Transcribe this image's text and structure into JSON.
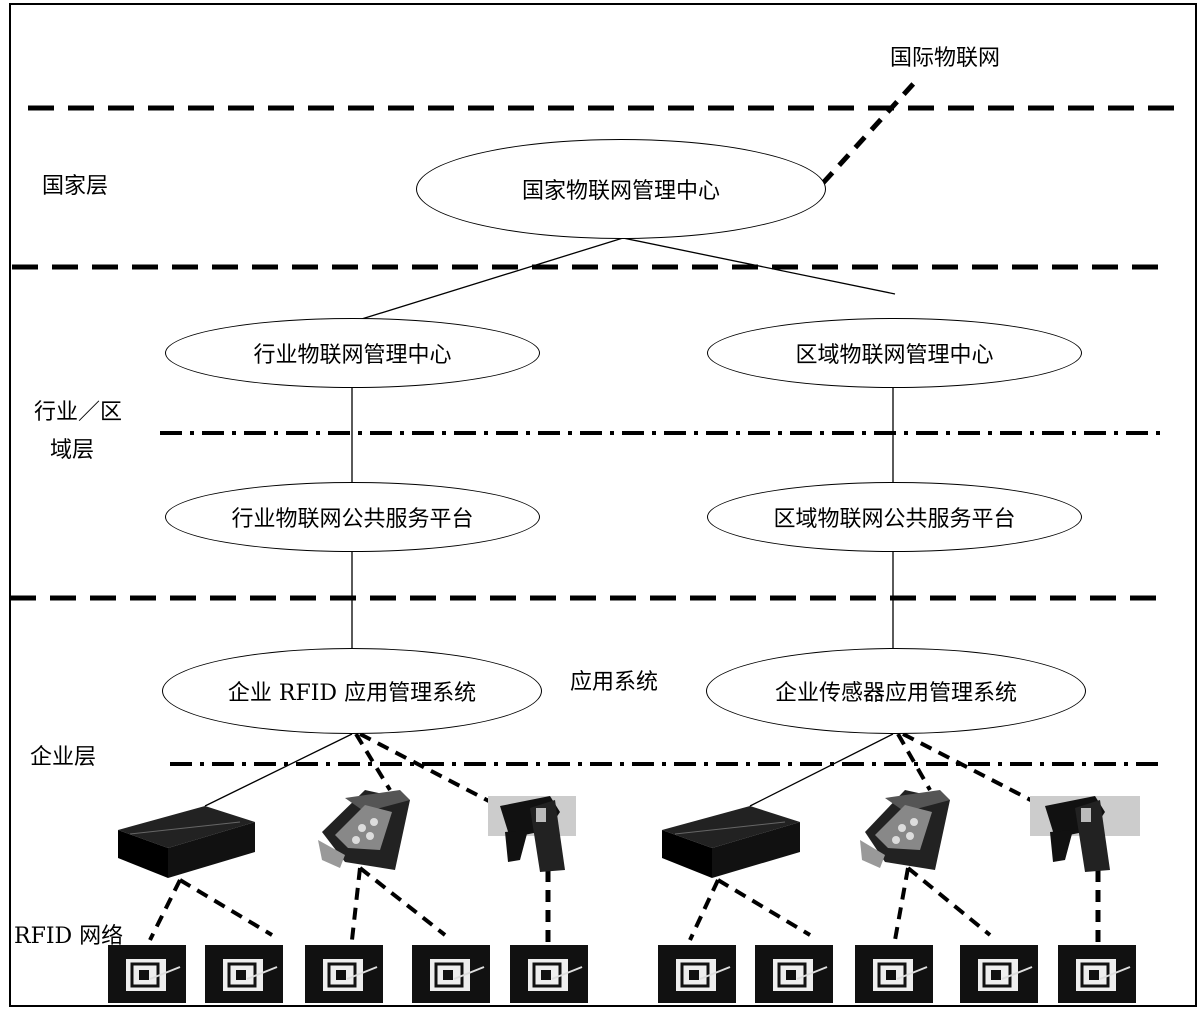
{
  "layers": {
    "international": "国际物联网",
    "national": "国家层",
    "industry_region_line1": "行业／区",
    "industry_region_line2": "域层",
    "enterprise": "企业层",
    "rfid_network": "RFID 网络",
    "application_system": "应用系统"
  },
  "nodes": {
    "national_center": "国家物联网管理中心",
    "industry_center": "行业物联网管理中心",
    "region_center": "区域物联网管理中心",
    "industry_platform": "行业物联网公共服务平台",
    "region_platform": "区域物联网公共服务平台",
    "enterprise_rfid": "企业 RFID 应用管理系统",
    "enterprise_sensor": "企业传感器应用管理系统"
  },
  "devices": {
    "groups": [
      {
        "reader": "reader-box",
        "handheld": "handheld-terminal",
        "scanner": "scanner-gun",
        "tags": 5
      },
      {
        "reader": "reader-box",
        "handheld": "handheld-terminal",
        "scanner": "scanner-gun",
        "tags": 5
      }
    ]
  },
  "colors": {
    "line": "#000000",
    "background": "#ffffff"
  }
}
